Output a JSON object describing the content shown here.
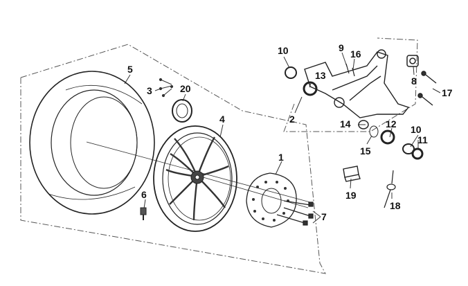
{
  "diagram": {
    "callouts": [
      {
        "id": "c1",
        "label": "1"
      },
      {
        "id": "c2",
        "label": "2"
      },
      {
        "id": "c3",
        "label": "3"
      },
      {
        "id": "c4",
        "label": "4"
      },
      {
        "id": "c5",
        "label": "5"
      },
      {
        "id": "c6",
        "label": "6"
      },
      {
        "id": "c7",
        "label": "7"
      },
      {
        "id": "c8",
        "label": "8"
      },
      {
        "id": "c9",
        "label": "9"
      },
      {
        "id": "c10a",
        "label": "10"
      },
      {
        "id": "c10b",
        "label": "10"
      },
      {
        "id": "c11",
        "label": "11"
      },
      {
        "id": "c12",
        "label": "12"
      },
      {
        "id": "c13",
        "label": "13"
      },
      {
        "id": "c14",
        "label": "14"
      },
      {
        "id": "c15",
        "label": "15"
      },
      {
        "id": "c16",
        "label": "16"
      },
      {
        "id": "c17",
        "label": "17"
      },
      {
        "id": "c18",
        "label": "18"
      },
      {
        "id": "c19",
        "label": "19"
      },
      {
        "id": "c20",
        "label": "20"
      }
    ]
  }
}
